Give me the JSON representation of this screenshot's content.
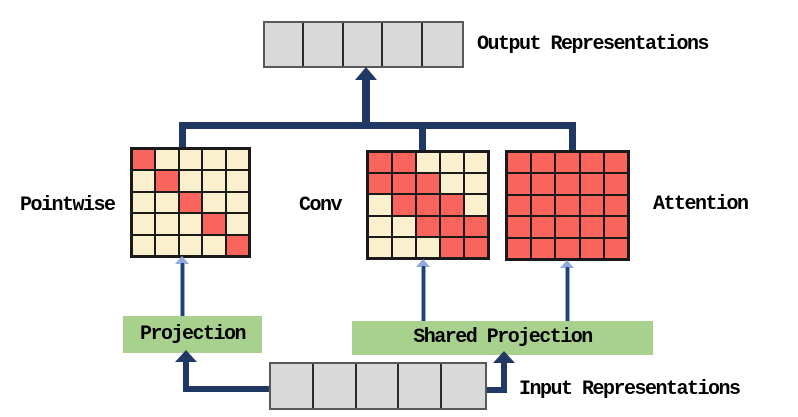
{
  "labels": {
    "output": "Output Representations",
    "input": "Input Representations",
    "pointwise": "Pointwise",
    "conv": "Conv",
    "attention": "Attention",
    "projection": "Projection",
    "shared_projection": "Shared Projection"
  },
  "bars": {
    "output_cells": 5,
    "input_cells": 5
  },
  "matrices": {
    "rows": 5,
    "cols": 5,
    "pointwise_pattern": [
      [
        1,
        0,
        0,
        0,
        0
      ],
      [
        0,
        1,
        0,
        0,
        0
      ],
      [
        0,
        0,
        1,
        0,
        0
      ],
      [
        0,
        0,
        0,
        1,
        0
      ],
      [
        0,
        0,
        0,
        0,
        1
      ]
    ],
    "conv_pattern": [
      [
        1,
        1,
        0,
        0,
        0
      ],
      [
        1,
        1,
        1,
        0,
        0
      ],
      [
        0,
        1,
        1,
        1,
        0
      ],
      [
        0,
        0,
        1,
        1,
        1
      ],
      [
        0,
        0,
        0,
        1,
        1
      ]
    ],
    "attention_pattern": [
      [
        1,
        1,
        1,
        1,
        1
      ],
      [
        1,
        1,
        1,
        1,
        1
      ],
      [
        1,
        1,
        1,
        1,
        1
      ],
      [
        1,
        1,
        1,
        1,
        1
      ],
      [
        1,
        1,
        1,
        1,
        1
      ]
    ]
  },
  "colors": {
    "navy": "#1F3864",
    "thin_arrow_shaft": "#24426F",
    "thin_arrow_head": "#8FAADC",
    "green": "#A9D18E",
    "bar_fill": "#D9D9D9",
    "bar_border": "#595959",
    "red": "#F9645D",
    "cream": "#FBF0CE",
    "matrix_border": "#1A1A1A",
    "text": "#000000"
  }
}
